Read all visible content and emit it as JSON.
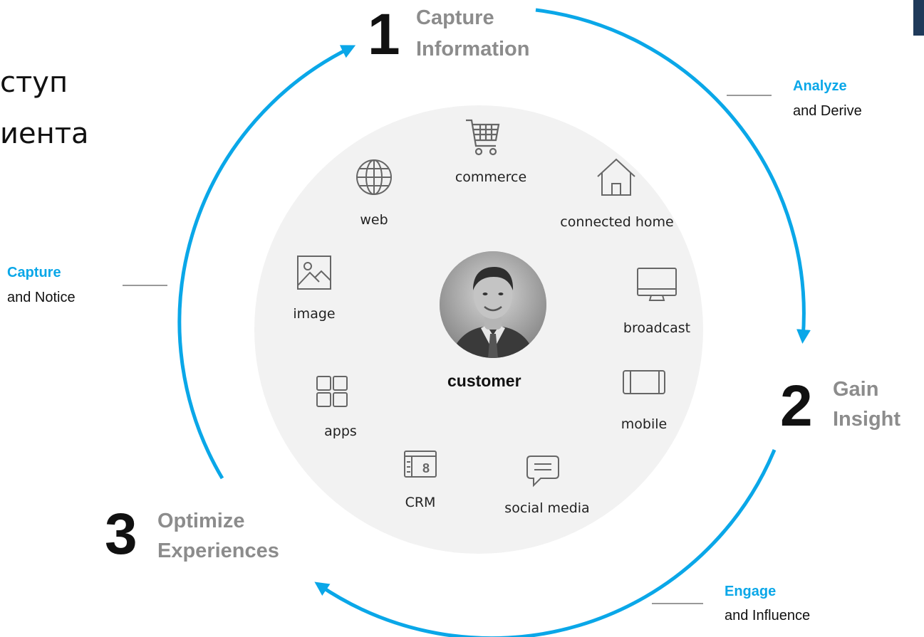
{
  "title_fragments": [
    "ступ",
    "иента"
  ],
  "steps": [
    {
      "number": "1",
      "title_line1": "Capture",
      "title_line2": "Information"
    },
    {
      "number": "2",
      "title_line1": "Gain",
      "title_line2": "Insight"
    },
    {
      "number": "3",
      "title_line1": "Optimize",
      "title_line2": "Experiences"
    }
  ],
  "side_labels": [
    {
      "accent": "Analyze",
      "text": "and Derive"
    },
    {
      "accent": "Capture",
      "text": "and Notice"
    },
    {
      "accent": "Engage",
      "text": "and Influence"
    }
  ],
  "center": {
    "label": "customer"
  },
  "items": [
    {
      "label": "commerce",
      "icon": "cart-icon"
    },
    {
      "label": "web",
      "icon": "globe-icon"
    },
    {
      "label": "connected home",
      "icon": "home-icon"
    },
    {
      "label": "image",
      "icon": "image-icon"
    },
    {
      "label": "broadcast",
      "icon": "monitor-icon"
    },
    {
      "label": "apps",
      "icon": "apps-grid-icon"
    },
    {
      "label": "mobile",
      "icon": "mobile-icon"
    },
    {
      "label": "CRM",
      "icon": "crm-icon"
    },
    {
      "label": "social media",
      "icon": "chat-icon"
    }
  ],
  "colors": {
    "accent": "#0aa7e8",
    "title_gray": "#8c8c8c",
    "circle_bg": "#f2f2f2"
  }
}
